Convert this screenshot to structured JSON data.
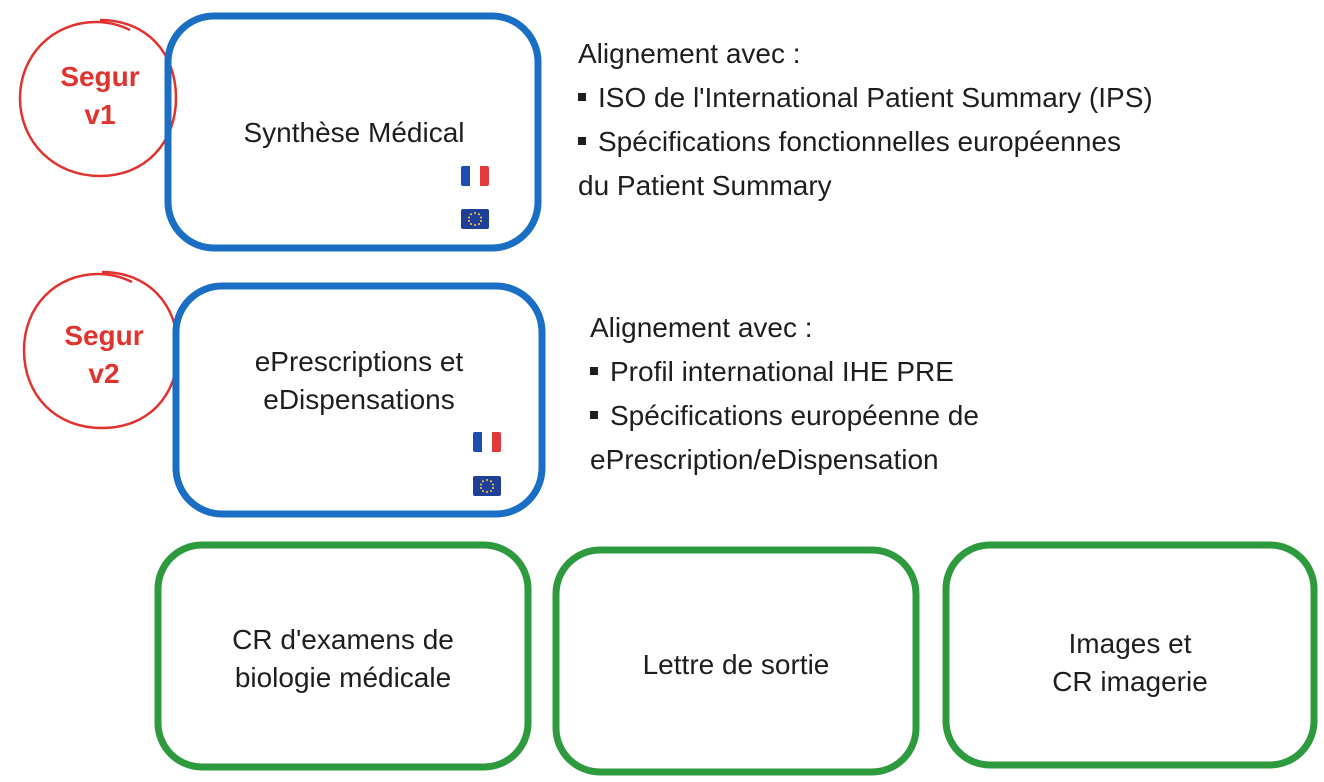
{
  "row1": {
    "segur_badge": [
      "Segur",
      "v1"
    ],
    "box_label": "Synthèse Médical",
    "alignment": {
      "title": "Alignement avec :",
      "items": [
        "ISO de l'International Patient Summary (IPS)",
        "Spécifications fonctionnelles européennes"
      ],
      "continuation": "du Patient Summary"
    }
  },
  "row2": {
    "segur_badge": [
      "Segur",
      "v2"
    ],
    "box_label": [
      "ePrescriptions et",
      "eDispensations"
    ],
    "alignment": {
      "title": "Alignement avec :",
      "items": [
        "Profil international IHE PRE",
        "Spécifications européenne de"
      ],
      "continuation": "ePrescription/eDispensation"
    }
  },
  "row3": {
    "boxes": [
      [
        "CR d'examens de",
        "biologie médicale"
      ],
      [
        "Lettre de sortie"
      ],
      [
        "Images et",
        "CR imagerie"
      ]
    ]
  },
  "colors": {
    "blue_box": "#1a6fc4",
    "green_box": "#2e9a3e",
    "segur_red": "#e0332f",
    "text": "#1e1e1e"
  },
  "icons": [
    "flag-france-icon",
    "flag-eu-icon"
  ]
}
